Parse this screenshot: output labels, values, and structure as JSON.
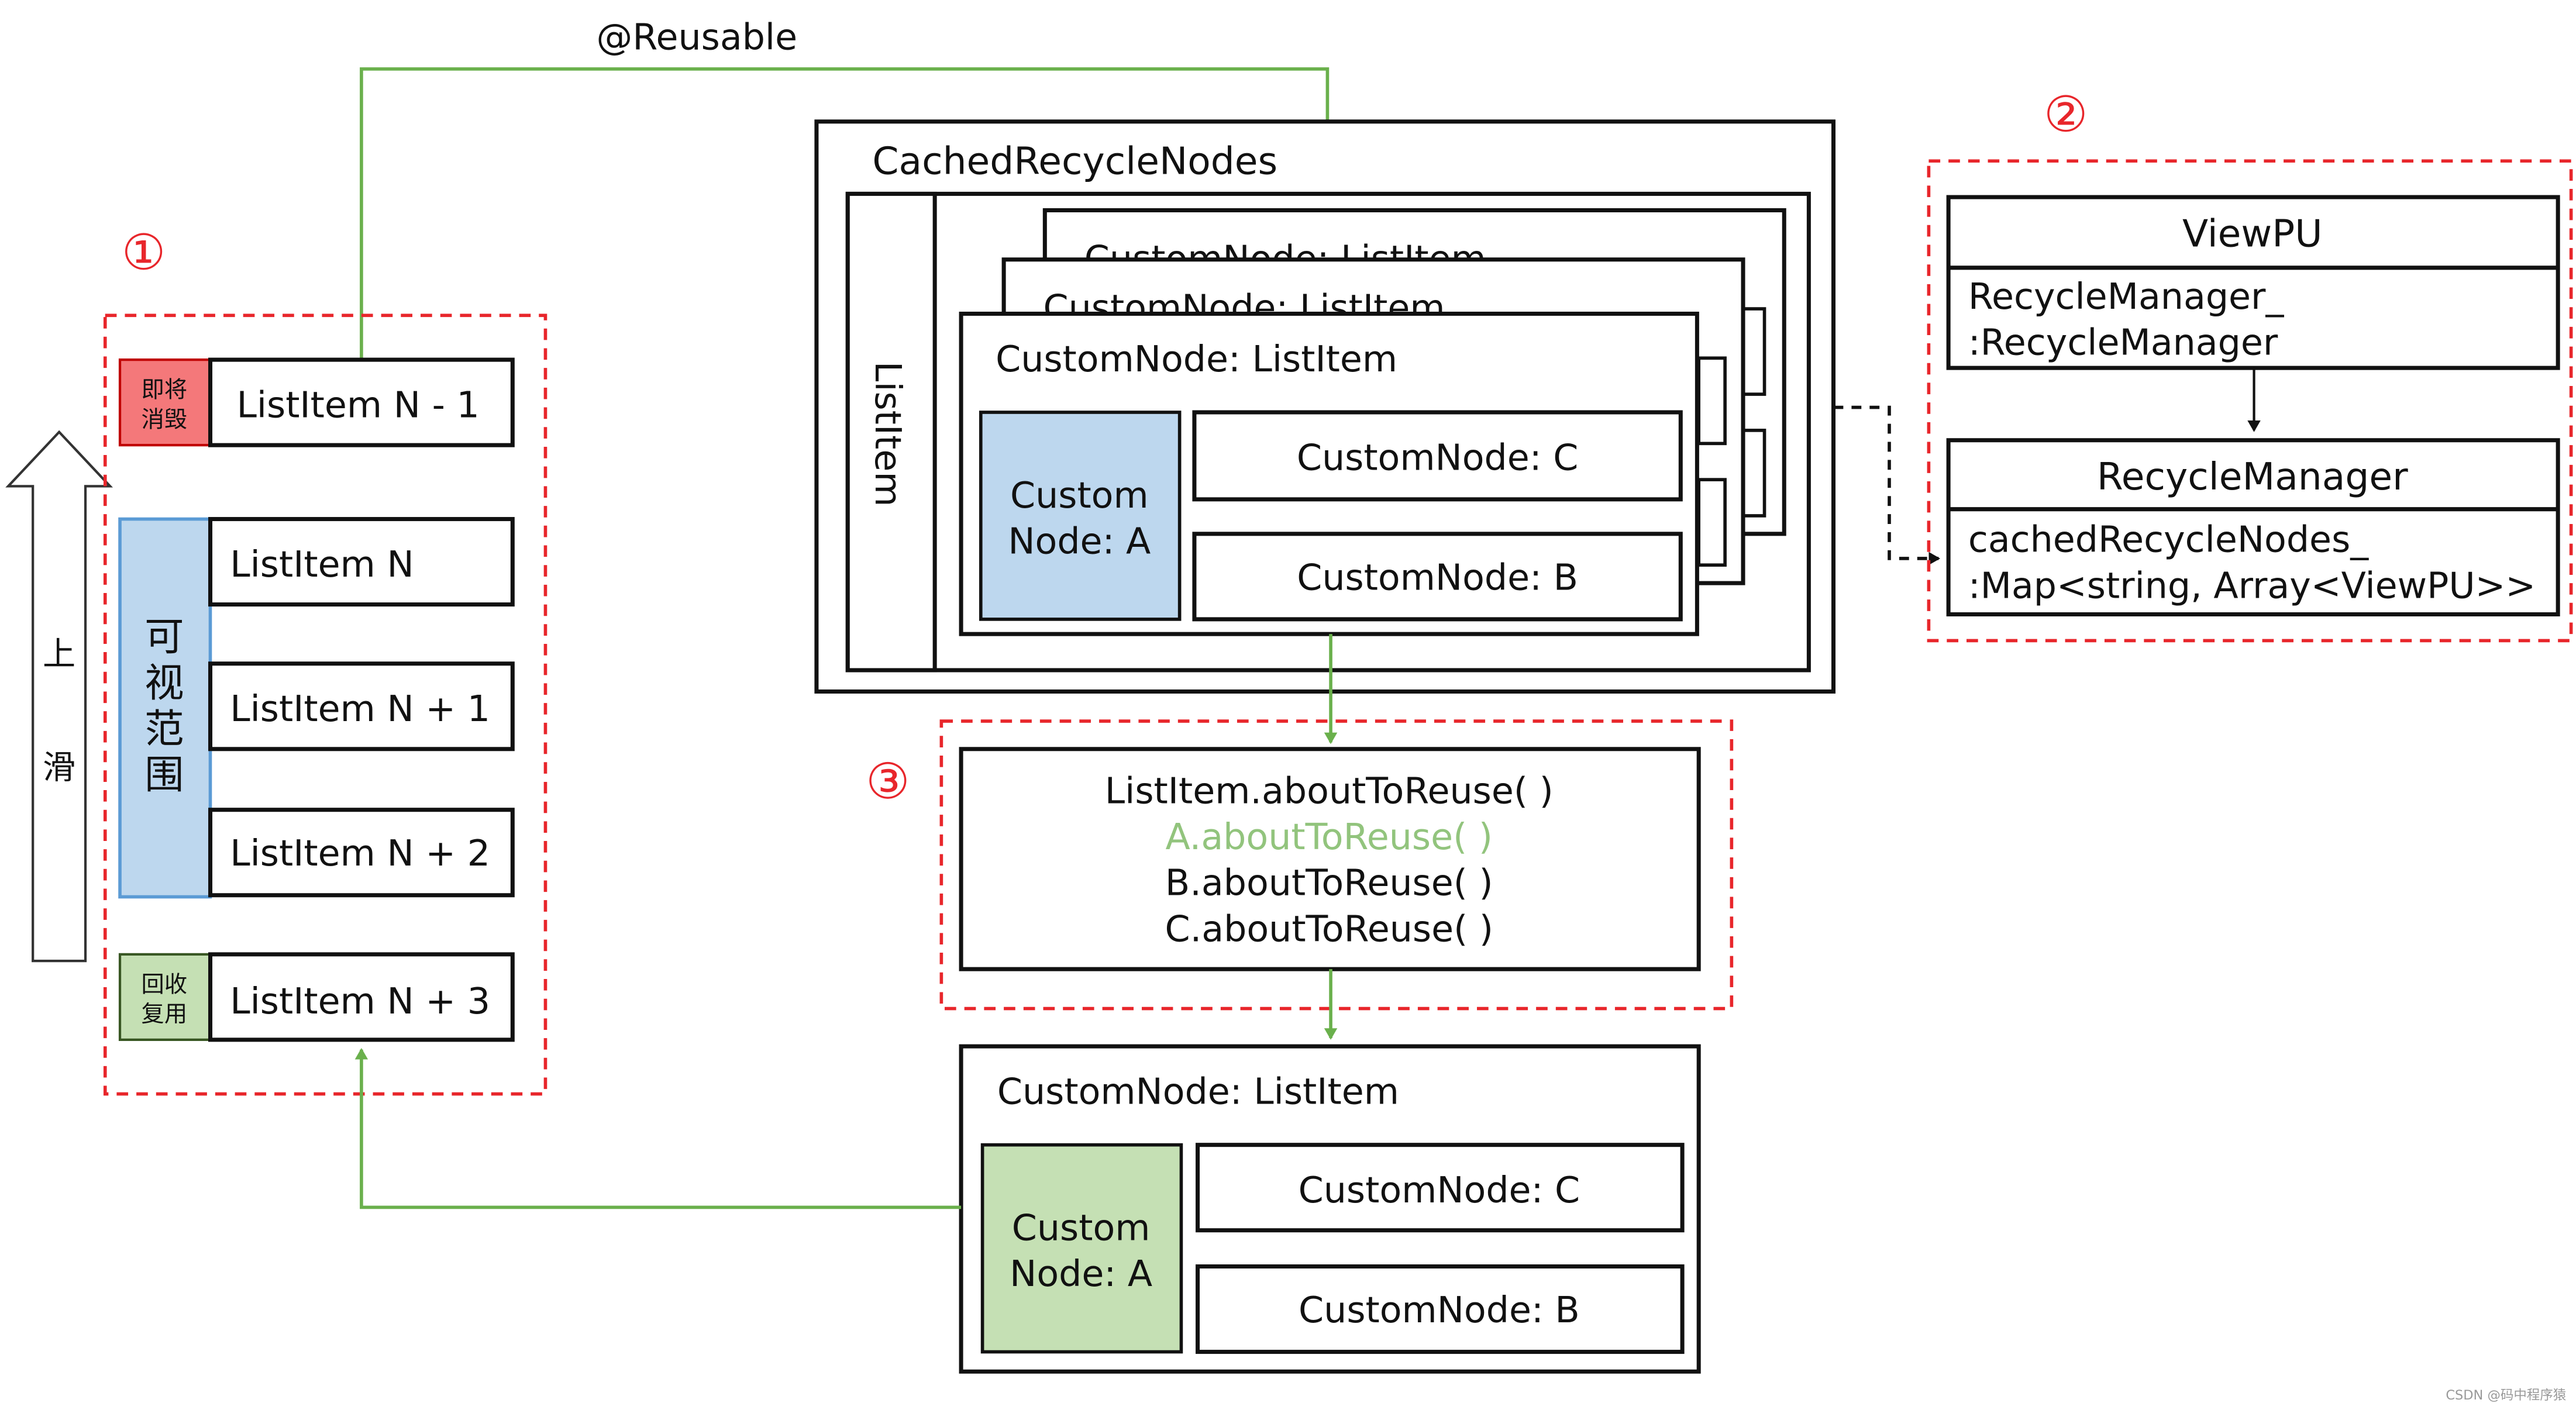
{
  "annotation": "@Reusable",
  "markers": {
    "one": "①",
    "two": "②",
    "three": "③"
  },
  "scroll": {
    "label_top": "上",
    "label_bottom": "滑"
  },
  "list": {
    "destroy_badge": [
      "即将",
      "消毁"
    ],
    "visible_badge": [
      "可",
      "视",
      "范",
      "围"
    ],
    "recycle_badge": [
      "回收",
      "复用"
    ],
    "items": [
      "ListItem N - 1",
      "ListItem N",
      "ListItem N + 1",
      "ListItem N + 2",
      "ListItem N + 3"
    ]
  },
  "cache": {
    "title": "CachedRecycleNodes",
    "side_label": "ListItem",
    "stack_title": "CustomNode: ListItem",
    "node_a": [
      "Custom",
      "Node: A"
    ],
    "node_c": "CustomNode: C",
    "node_b": "CustomNode: B"
  },
  "viewpu": {
    "title": "ViewPU",
    "field": [
      "RecycleManager_",
      ":RecycleManager"
    ],
    "manager_title": "RecycleManager",
    "manager_field": [
      "cachedRecycleNodes_",
      ":Map<string, Array<ViewPU>>"
    ]
  },
  "reuse_calls": [
    "ListItem.aboutToReuse( )",
    "A.aboutToReuse( )",
    "B.aboutToReuse( )",
    "C.aboutToReuse( )"
  ],
  "result": {
    "title": "CustomNode: ListItem",
    "node_a": [
      "Custom",
      "Node: A"
    ],
    "node_c": "CustomNode: C",
    "node_b": "CustomNode: B"
  },
  "watermark": "CSDN @码中程序猿",
  "colors": {
    "red_dash": "#e8262b",
    "green_line": "#6ab04c",
    "blue_fill": "#bdd7ee",
    "blue_border": "#5b9bd5",
    "green_fill": "#c5e0b4",
    "red_fill": "#f4787a",
    "green_text": "#92c47d"
  }
}
